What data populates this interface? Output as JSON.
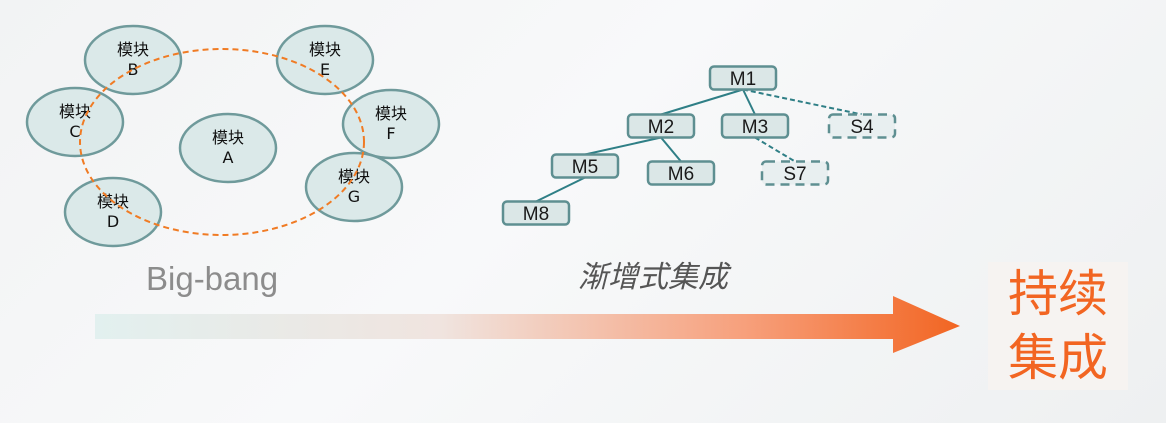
{
  "bigbang": {
    "label": "Big-bang",
    "modules": [
      {
        "id": "B",
        "line1": "模块",
        "line2": "B"
      },
      {
        "id": "C",
        "line1": "模块",
        "line2": "C"
      },
      {
        "id": "D",
        "line1": "模块",
        "line2": "D"
      },
      {
        "id": "A",
        "line1": "模块",
        "line2": "A"
      },
      {
        "id": "E",
        "line1": "模块",
        "line2": "E"
      },
      {
        "id": "F",
        "line1": "模块",
        "line2": "F"
      },
      {
        "id": "G",
        "line1": "模块",
        "line2": "G"
      }
    ]
  },
  "incremental": {
    "label": "渐增式集成",
    "nodes": [
      {
        "id": "M1",
        "label": "M1",
        "stub": false
      },
      {
        "id": "M2",
        "label": "M2",
        "stub": false
      },
      {
        "id": "M3",
        "label": "M3",
        "stub": false
      },
      {
        "id": "S4",
        "label": "S4",
        "stub": true
      },
      {
        "id": "M5",
        "label": "M5",
        "stub": false
      },
      {
        "id": "M6",
        "label": "M6",
        "stub": false
      },
      {
        "id": "S7",
        "label": "S7",
        "stub": true
      },
      {
        "id": "M8",
        "label": "M8",
        "stub": false
      }
    ],
    "edges": [
      {
        "from": "M1",
        "to": "M2",
        "stub": false
      },
      {
        "from": "M1",
        "to": "M3",
        "stub": false
      },
      {
        "from": "M1",
        "to": "S4",
        "stub": true
      },
      {
        "from": "M2",
        "to": "M5",
        "stub": false
      },
      {
        "from": "M2",
        "to": "M6",
        "stub": false
      },
      {
        "from": "M3",
        "to": "S7",
        "stub": true
      },
      {
        "from": "M5",
        "to": "M8",
        "stub": false
      }
    ]
  },
  "result": {
    "line1": "持续",
    "line2": "集成"
  },
  "colors": {
    "module_fill": "#dbe9e9",
    "module_stroke": "#6f9a9b",
    "orange_dash": "#f07b24",
    "node_fill": "#dbe7e7",
    "node_stroke": "#5e8f91",
    "edge": "#2f7f86",
    "arrow_start": "#e2f0ef",
    "arrow_end": "#f26522",
    "result_text": "#f26522"
  }
}
